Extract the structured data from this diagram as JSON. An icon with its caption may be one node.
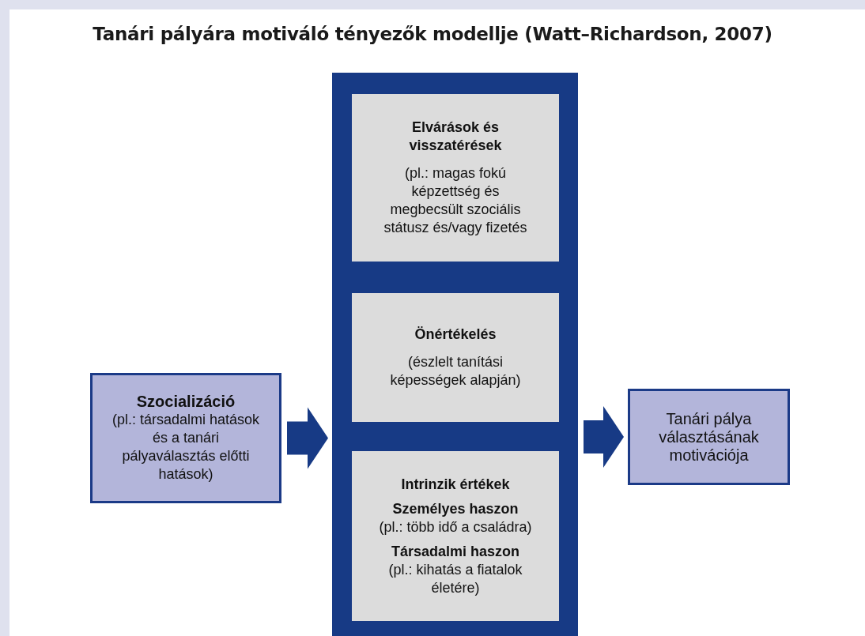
{
  "diagram": {
    "title": "Tanári pályára motiváló tényezők modellje (Watt–Richardson, 2007)",
    "nodes": [
      {
        "text": [
          "Szocializáció",
          "(pl.: társadalmi hatások és a tanári pályaválasztás előtti hatások)"
        ]
      },
      {
        "text": [],
        "shape": "box"
      },
      {
        "text": [
          "Elvárások és visszatérések",
          "(pl.: magas fokú képzettség és megbecsült szociális státusz és/vagy fizetés"
        ],
        "in": 1
      },
      {
        "text": [
          "Önértékelés",
          "(észlelt tanítási képességek alapján)"
        ],
        "in": 1
      },
      {
        "text": [
          "Intrinzik értékek",
          "Személyes haszon",
          "(pl.: több idő a családra)",
          "Társadalmi haszon",
          "(pl.: kihatás a fiatalok életére)"
        ],
        "in": 1
      },
      {
        "text": [
          "Tanári pálya választásának motivációja"
        ]
      }
    ],
    "edges": [
      {
        "from": 0,
        "to": 1,
        "arrow": "to",
        "style": "thick"
      },
      {
        "from": 1,
        "to": 5,
        "arrow": "to",
        "style": "thick"
      }
    ]
  }
}
